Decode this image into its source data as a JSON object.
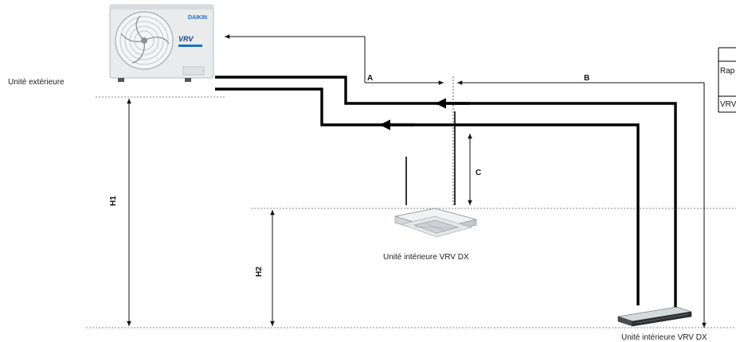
{
  "labels": {
    "outdoor_unit": "Unité extérieure",
    "indoor_unit_cassette": "Unité intérieure VRV DX",
    "indoor_unit_ducted": "Unité intérieure VRV DX"
  },
  "dimensions": {
    "a": "A",
    "b": "B",
    "c": "C",
    "h1": "H1",
    "h2": "H2"
  },
  "table_fragment": {
    "row1": "Rap",
    "row2": "VRV"
  },
  "outdoor_brand": {
    "logo_text": "DAIKIN",
    "badge_text": "VRV"
  },
  "colors": {
    "pipe": "#000000",
    "dim_line": "#111111",
    "dotted_line": "#888888",
    "brand_blue": "#1a6fc2"
  }
}
